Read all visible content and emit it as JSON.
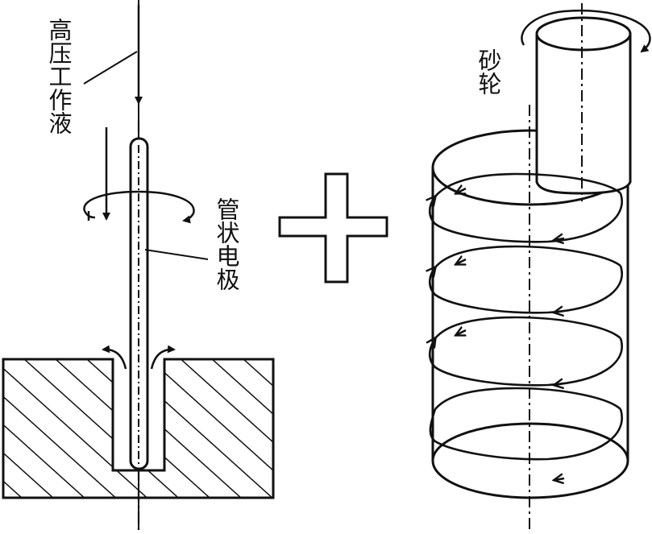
{
  "labels": {
    "fluid": "高压工作液",
    "electrode": "管状电极",
    "wheel": "砂轮"
  },
  "colors": {
    "stroke": "#111111",
    "background": "#ffffff"
  },
  "icons": {
    "plus": "plus-sign-icon"
  }
}
